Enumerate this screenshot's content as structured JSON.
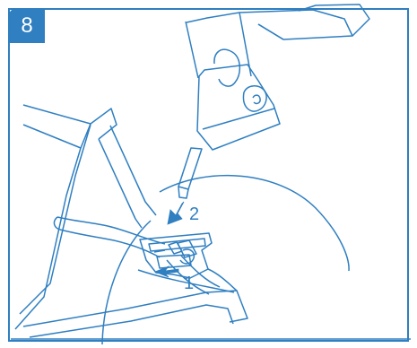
{
  "step": {
    "number": "8"
  },
  "callouts": {
    "first": "1",
    "second": "2"
  },
  "colors": {
    "line": "#2f7fc1",
    "badge": "#2f7fc1",
    "background": "#ffffff"
  }
}
